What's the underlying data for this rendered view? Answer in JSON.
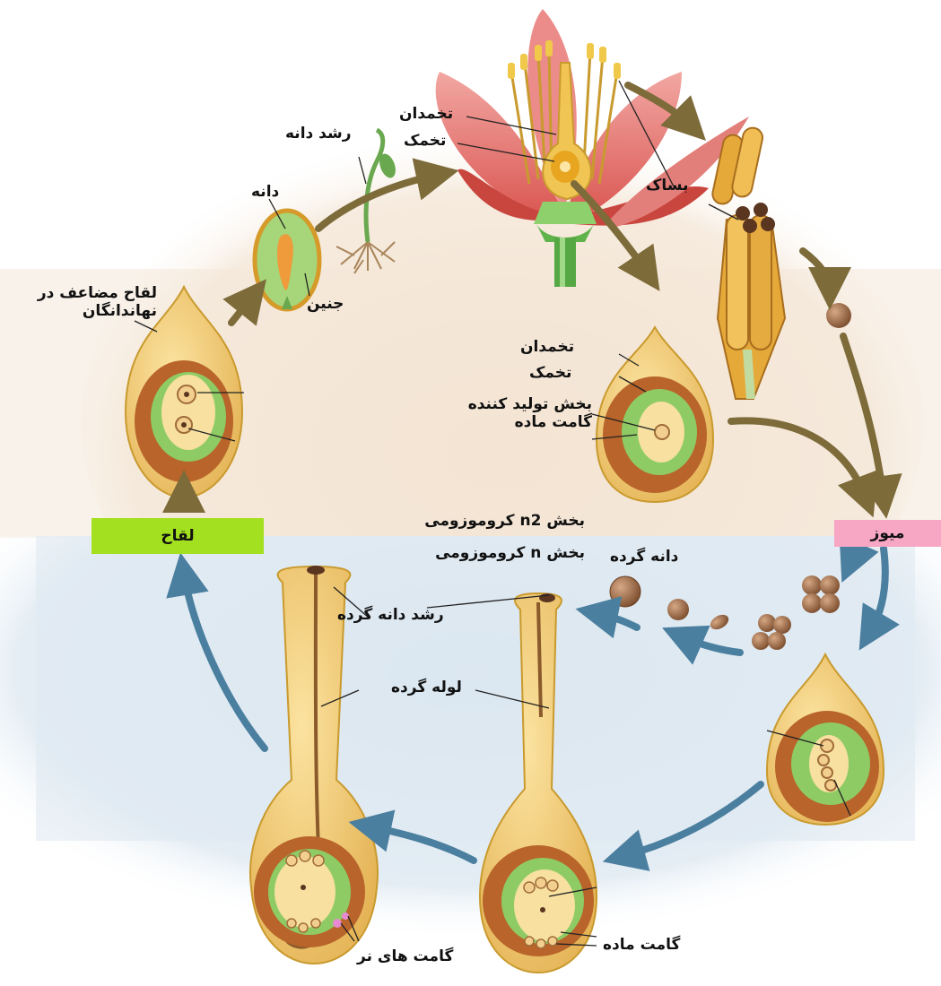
{
  "labels": {
    "seed_growth": "رشد دانه",
    "seed": "دانه",
    "embryo": "جنین",
    "double_fertilization": "لقاح مضاعف در\nنهاندانگان",
    "ovary_top": "تخمدان",
    "ovule_top": "تخمک",
    "stamen": "بساک",
    "ovary_mid": "تخمدان",
    "ovule_mid": "تخمک",
    "megasporocyte": "بخش تولید کننده\nگامت ماده",
    "diploid_part": "بخش n2 کروموزومی",
    "haploid_part": "بخش n کروموزومی",
    "pollen_grain": "دانه گرده",
    "pollen_germination": "رشد دانه گرده",
    "pollen_tube": "لوله گرده",
    "female_gamete": "گامت ماده",
    "male_gametes": "گامت های نر"
  },
  "stages": {
    "fertilization": "لقاح",
    "meiosis": "میوز"
  },
  "colors": {
    "diploid_bg": "#f4e7d9",
    "haploid_bg": "#dde8f1",
    "fertilization_tag": "#a3e01f",
    "meiosis_tag": "#f7a6c4",
    "arrow_brown": "#7d6b3a",
    "arrow_blue": "#4b7f9f"
  }
}
